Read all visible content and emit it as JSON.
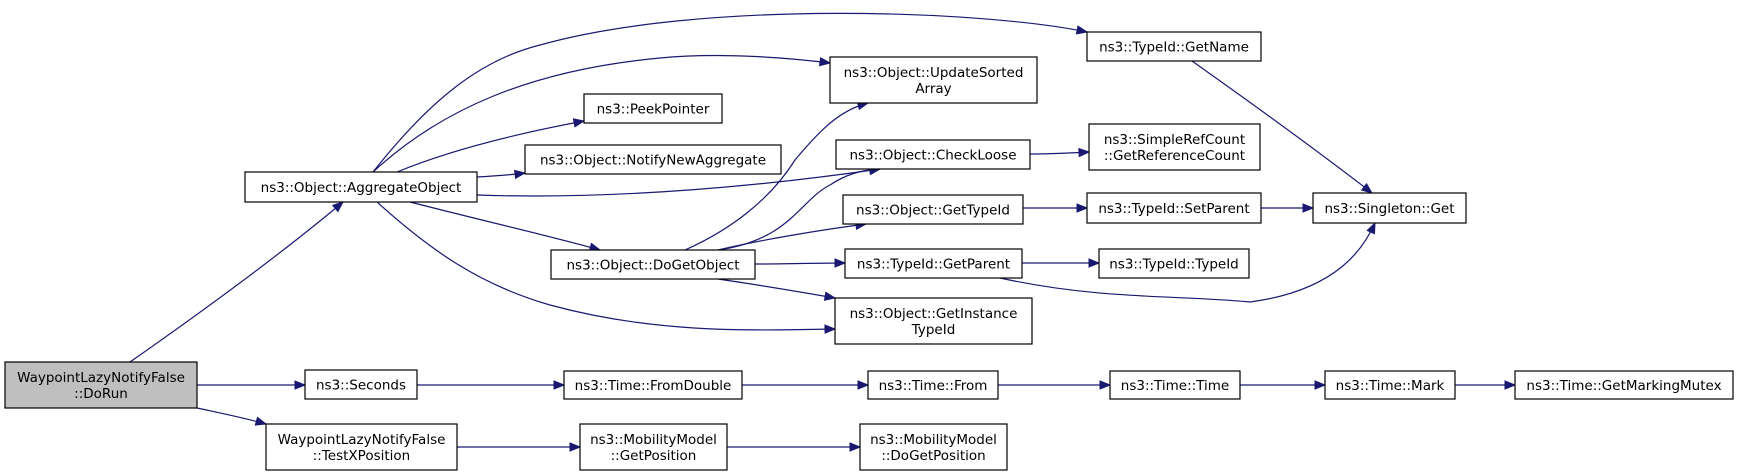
{
  "diagram": {
    "type": "call-graph",
    "colors": {
      "edge": "#191970",
      "node_border": "#000000",
      "node_fill": "#ffffff",
      "root_fill": "#bfbfbf"
    },
    "nodes": [
      {
        "id": "root",
        "lines": [
          "WaypointLazyNotifyFalse",
          "::DoRun"
        ],
        "root": true
      },
      {
        "id": "aggregate",
        "lines": [
          "ns3::Object::AggregateObject"
        ]
      },
      {
        "id": "seconds",
        "lines": [
          "ns3::Seconds"
        ]
      },
      {
        "id": "testx",
        "lines": [
          "WaypointLazyNotifyFalse",
          "::TestXPosition"
        ]
      },
      {
        "id": "getname",
        "lines": [
          "ns3::TypeId::GetName"
        ]
      },
      {
        "id": "updatesorted",
        "lines": [
          "ns3::Object::UpdateSorted",
          "Array"
        ]
      },
      {
        "id": "peekpointer",
        "lines": [
          "ns3::PeekPointer"
        ]
      },
      {
        "id": "notifynew",
        "lines": [
          "ns3::Object::NotifyNewAggregate"
        ]
      },
      {
        "id": "checkloose",
        "lines": [
          "ns3::Object::CheckLoose"
        ]
      },
      {
        "id": "dogetobject",
        "lines": [
          "ns3::Object::DoGetObject"
        ]
      },
      {
        "id": "getinstance",
        "lines": [
          "ns3::Object::GetInstance",
          "TypeId"
        ]
      },
      {
        "id": "singleton",
        "lines": [
          "ns3::Singleton::Get"
        ]
      },
      {
        "id": "getrefcount",
        "lines": [
          "ns3::SimpleRefCount",
          "::GetReferenceCount"
        ]
      },
      {
        "id": "gettypeid",
        "lines": [
          "ns3::Object::GetTypeId"
        ]
      },
      {
        "id": "getparent",
        "lines": [
          "ns3::TypeId::GetParent"
        ]
      },
      {
        "id": "setparent",
        "lines": [
          "ns3::TypeId::SetParent"
        ]
      },
      {
        "id": "typeidctor",
        "lines": [
          "ns3::TypeId::TypeId"
        ]
      },
      {
        "id": "fromdouble",
        "lines": [
          "ns3::Time::FromDouble"
        ]
      },
      {
        "id": "timefrom",
        "lines": [
          "ns3::Time::From"
        ]
      },
      {
        "id": "timetime",
        "lines": [
          "ns3::Time::Time"
        ]
      },
      {
        "id": "timemark",
        "lines": [
          "ns3::Time::Mark"
        ]
      },
      {
        "id": "markingmutex",
        "lines": [
          "ns3::Time::GetMarkingMutex"
        ]
      },
      {
        "id": "getposition",
        "lines": [
          "ns3::MobilityModel",
          "::GetPosition"
        ]
      },
      {
        "id": "dogetposition",
        "lines": [
          "ns3::MobilityModel",
          "::DoGetPosition"
        ]
      }
    ],
    "edges": [
      {
        "from": "root",
        "to": "aggregate"
      },
      {
        "from": "root",
        "to": "seconds"
      },
      {
        "from": "root",
        "to": "testx"
      },
      {
        "from": "aggregate",
        "to": "getname"
      },
      {
        "from": "aggregate",
        "to": "updatesorted"
      },
      {
        "from": "aggregate",
        "to": "peekpointer"
      },
      {
        "from": "aggregate",
        "to": "notifynew"
      },
      {
        "from": "aggregate",
        "to": "checkloose"
      },
      {
        "from": "aggregate",
        "to": "dogetobject"
      },
      {
        "from": "aggregate",
        "to": "getinstance"
      },
      {
        "from": "getname",
        "to": "singleton"
      },
      {
        "from": "checkloose",
        "to": "getrefcount"
      },
      {
        "from": "dogetobject",
        "to": "updatesorted"
      },
      {
        "from": "dogetobject",
        "to": "checkloose"
      },
      {
        "from": "dogetobject",
        "to": "gettypeid"
      },
      {
        "from": "dogetobject",
        "to": "getparent"
      },
      {
        "from": "dogetobject",
        "to": "getinstance"
      },
      {
        "from": "gettypeid",
        "to": "setparent"
      },
      {
        "from": "setparent",
        "to": "singleton"
      },
      {
        "from": "getparent",
        "to": "typeidctor"
      },
      {
        "from": "getparent",
        "to": "singleton"
      },
      {
        "from": "seconds",
        "to": "fromdouble"
      },
      {
        "from": "fromdouble",
        "to": "timefrom"
      },
      {
        "from": "timefrom",
        "to": "timetime"
      },
      {
        "from": "timetime",
        "to": "timemark"
      },
      {
        "from": "timemark",
        "to": "markingmutex"
      },
      {
        "from": "testx",
        "to": "getposition"
      },
      {
        "from": "getposition",
        "to": "dogetposition"
      }
    ]
  }
}
